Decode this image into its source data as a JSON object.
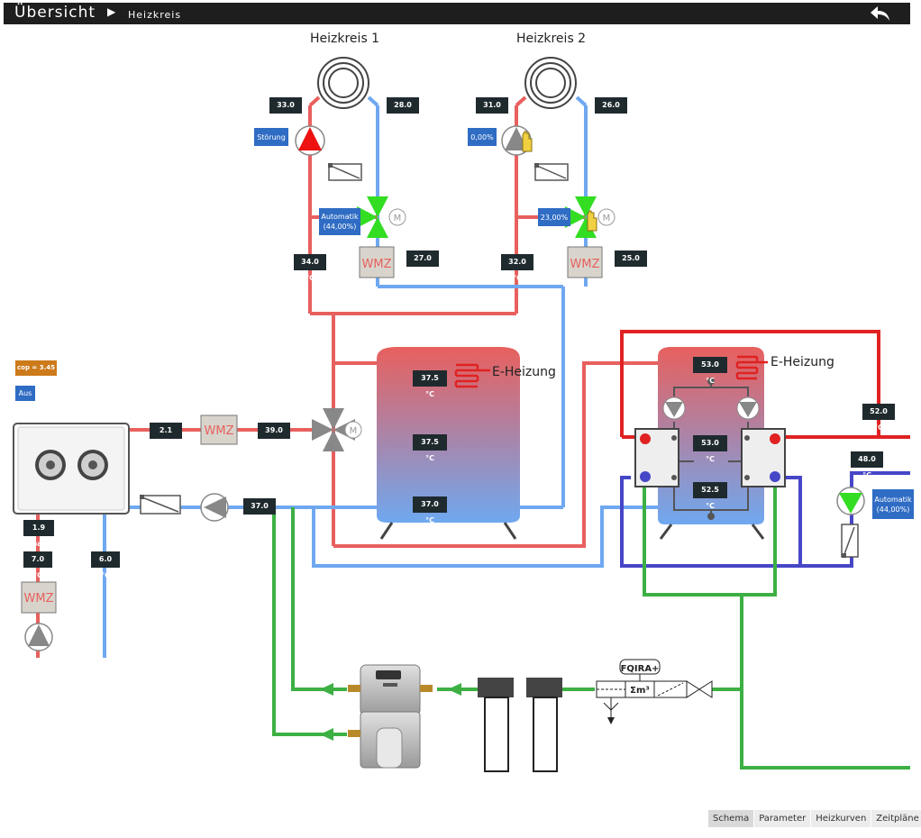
{
  "header": {
    "title": "Übersicht",
    "crumb": "Heizkreis"
  },
  "circuits": {
    "hk1": "Heizkreis 1",
    "hk2": "Heizkreis 2"
  },
  "temps": {
    "hk1_supply_top": "33.0 °C",
    "hk1_return_top": "28.0 °C",
    "hk1_supply_bottom": "34.0 °C",
    "hk1_wmz": "27.0 °C",
    "hk2_supply_top": "31.0 °C",
    "hk2_return_top": "26.0 °C",
    "hk2_supply_bottom": "32.0 °C",
    "hk2_wmz": "25.0 °C",
    "buffer_top": "37.5 °C",
    "buffer_mid": "37.5 °C",
    "buffer_bottom": "37.0 °C",
    "hp_flow": "39.0 °C",
    "hp_return": "37.0 °C",
    "outdoor_left": "7.0 °C",
    "outdoor_right": "6.0 °C",
    "dhw_top": "53.0 °C",
    "dhw_mid": "53.0 °C",
    "dhw_bottom": "52.5 °C",
    "dhw_supply": "52.0 °C",
    "dhw_return": "48.0 °C"
  },
  "pressures": {
    "hp_pressure": "2.1 bar",
    "source_pressure": "1.9 bar"
  },
  "status": {
    "hk1_pump": "Störung",
    "hk1_mixer": "Automatik\n(44,00%)",
    "hk2_pump": "0,00%",
    "hk2_mixer": "23,00%",
    "cop": "cop = 3.45",
    "hp_state": "Aus",
    "dhw_pump": "Automatik\n(44,00%)"
  },
  "labels": {
    "eheizung1": "E-Heizung",
    "eheizung2": "E-Heizung",
    "wmz": "WMZ",
    "fqira": "FQIRA+",
    "sigma": "Σm³"
  },
  "tabs": [
    "Schema",
    "Parameter",
    "Heizkurven",
    "Zeitpläne"
  ],
  "colors": {
    "hot": "#e8605e",
    "cold": "#6fa8f0",
    "dhw_hot": "#e02222",
    "dhw_cold": "#4646c8",
    "water": "#3cb043",
    "pump_green": "#33dd22",
    "alarm": "#ee1111",
    "info": "#2f6cc4"
  }
}
